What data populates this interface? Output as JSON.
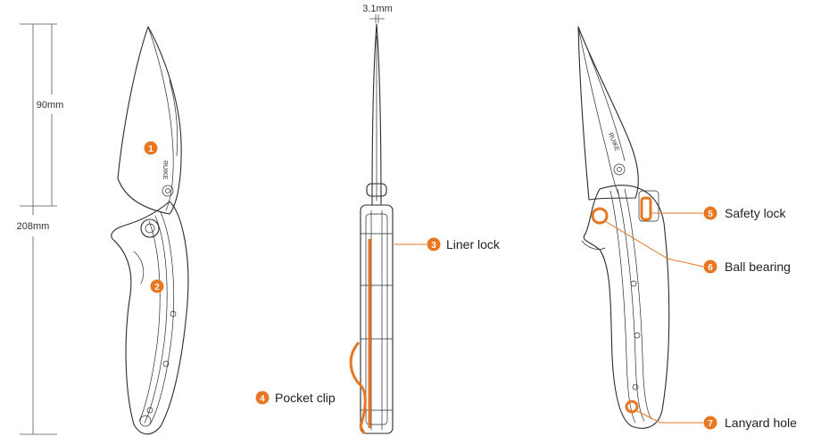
{
  "colors": {
    "accent": "#E87722",
    "ink": "#2b2b2b"
  },
  "dimensions": {
    "blade_length": "90mm",
    "overall_length": "208mm",
    "blade_thickness": "3.1mm"
  },
  "brand_mark": "RUIKE",
  "callouts": [
    {
      "number": "1",
      "label": ""
    },
    {
      "number": "2",
      "label": ""
    },
    {
      "number": "3",
      "label": "Liner lock"
    },
    {
      "number": "4",
      "label": "Pocket clip"
    },
    {
      "number": "5",
      "label": "Safety lock"
    },
    {
      "number": "6",
      "label": "Ball bearing"
    },
    {
      "number": "7",
      "label": "Lanyard hole"
    }
  ]
}
